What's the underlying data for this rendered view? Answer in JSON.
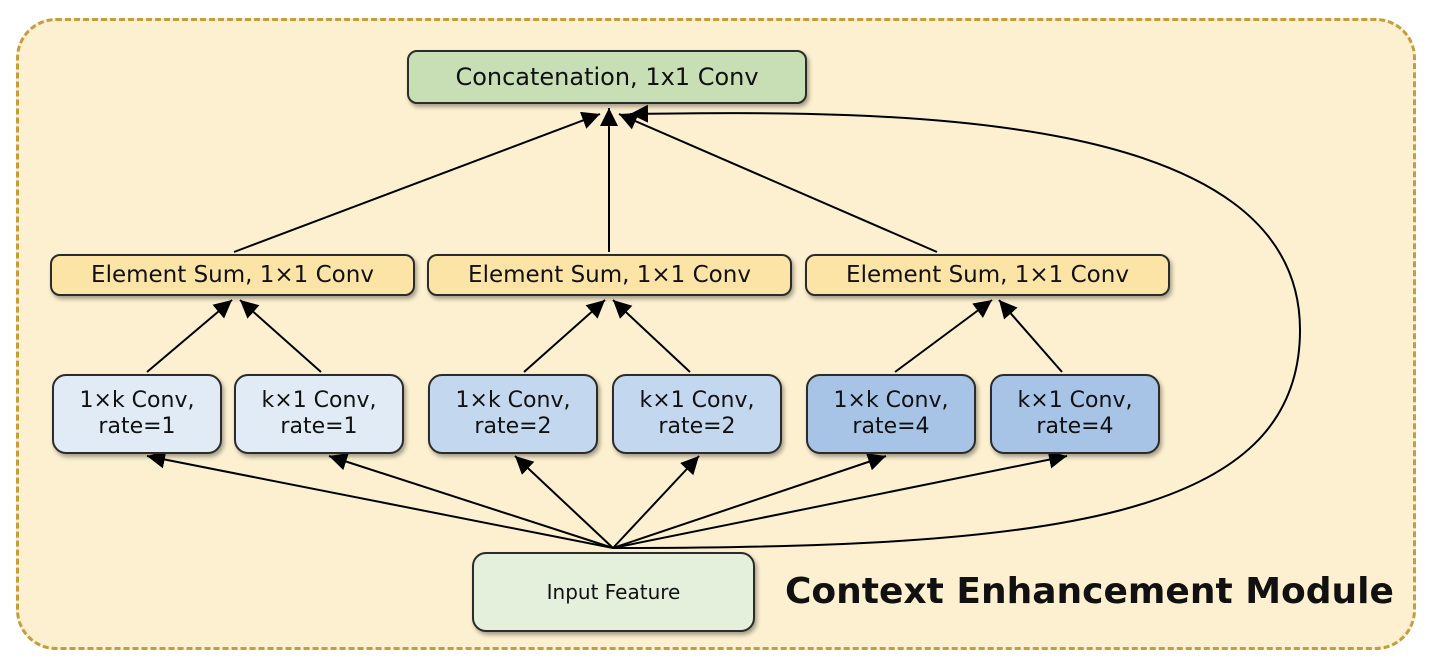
{
  "module": {
    "title": "Context Enhancement Module",
    "background_color": "#fcf0d0",
    "border_color": "#c59d3c"
  },
  "concat_node": {
    "label": "Concatenation, 1x1 Conv",
    "color": "#c8dfb6"
  },
  "sum_nodes": [
    {
      "label": "Element Sum, 1×1 Conv"
    },
    {
      "label": "Element Sum, 1×1 Conv"
    },
    {
      "label": "Element Sum, 1×1 Conv"
    }
  ],
  "conv_nodes": [
    {
      "label": "1×k Conv,\nrate=1",
      "color": "#e1ebf6"
    },
    {
      "label": "k×1 Conv,\nrate=1",
      "color": "#e1ebf6"
    },
    {
      "label": "1×k Conv,\nrate=2",
      "color": "#c3d7ee"
    },
    {
      "label": "k×1 Conv,\nrate=2",
      "color": "#c3d7ee"
    },
    {
      "label": "1×k Conv,\nrate=4",
      "color": "#a7c3e6"
    },
    {
      "label": "k×1 Conv,\nrate=4",
      "color": "#a7c3e6"
    }
  ],
  "input_node": {
    "label": "Input Feature",
    "color": "#e4efdc"
  },
  "edges": [
    {
      "from": "input",
      "to": "conv-1"
    },
    {
      "from": "input",
      "to": "conv-2"
    },
    {
      "from": "input",
      "to": "conv-3"
    },
    {
      "from": "input",
      "to": "conv-4"
    },
    {
      "from": "input",
      "to": "conv-5"
    },
    {
      "from": "input",
      "to": "conv-6"
    },
    {
      "from": "conv-1",
      "to": "sum-1"
    },
    {
      "from": "conv-2",
      "to": "sum-1"
    },
    {
      "from": "conv-3",
      "to": "sum-2"
    },
    {
      "from": "conv-4",
      "to": "sum-2"
    },
    {
      "from": "conv-5",
      "to": "sum-3"
    },
    {
      "from": "conv-6",
      "to": "sum-3"
    },
    {
      "from": "sum-1",
      "to": "concat"
    },
    {
      "from": "sum-2",
      "to": "concat"
    },
    {
      "from": "sum-3",
      "to": "concat"
    },
    {
      "from": "input",
      "to": "concat",
      "style": "curved"
    }
  ]
}
